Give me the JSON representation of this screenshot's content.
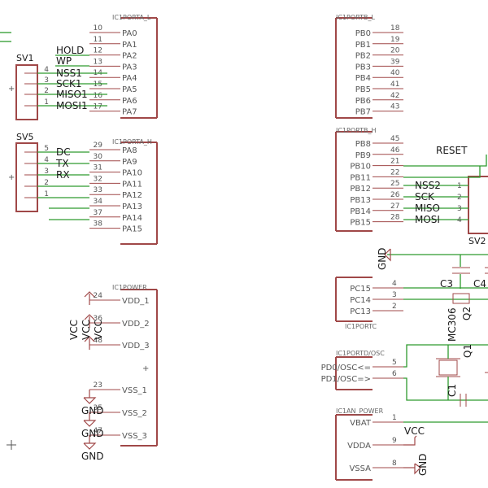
{
  "colors": {
    "symbol": "#a04848",
    "wire": "#2e9a2e",
    "text": "#1a1a1a",
    "pin_text": "#555555"
  },
  "ic_porta_l": {
    "name": "IC1PORTA_L",
    "pins": [
      {
        "num": "10",
        "name": "PA0"
      },
      {
        "num": "11",
        "name": "PA1"
      },
      {
        "num": "12",
        "name": "PA2"
      },
      {
        "num": "13",
        "name": "PA3"
      },
      {
        "num": "14",
        "name": "PA4"
      },
      {
        "num": "15",
        "name": "PA5"
      },
      {
        "num": "16",
        "name": "PA6"
      },
      {
        "num": "17",
        "name": "PA7"
      }
    ]
  },
  "ic_porta_h": {
    "name": "IC1PORTA_H",
    "pins": [
      {
        "num": "29",
        "name": "PA8"
      },
      {
        "num": "30",
        "name": "PA9"
      },
      {
        "num": "31",
        "name": "PA10"
      },
      {
        "num": "32",
        "name": "PA11"
      },
      {
        "num": "33",
        "name": "PA12"
      },
      {
        "num": "34",
        "name": "PA13"
      },
      {
        "num": "37",
        "name": "PA14"
      },
      {
        "num": "38",
        "name": "PA15"
      }
    ]
  },
  "ic_portb_l": {
    "name": "IC1PORTB_L",
    "pins": [
      {
        "num": "18",
        "name": "PB0"
      },
      {
        "num": "19",
        "name": "PB1"
      },
      {
        "num": "20",
        "name": "PB2"
      },
      {
        "num": "39",
        "name": "PB3"
      },
      {
        "num": "40",
        "name": "PB4"
      },
      {
        "num": "41",
        "name": "PB5"
      },
      {
        "num": "42",
        "name": "PB6"
      },
      {
        "num": "43",
        "name": "PB7"
      }
    ]
  },
  "ic_portb_h": {
    "name": "IC1PORTB_H",
    "pins": [
      {
        "num": "45",
        "name": "PB8"
      },
      {
        "num": "46",
        "name": "PB9"
      },
      {
        "num": "21",
        "name": "PB10"
      },
      {
        "num": "22",
        "name": "PB11"
      },
      {
        "num": "25",
        "name": "PB12"
      },
      {
        "num": "26",
        "name": "PB13"
      },
      {
        "num": "27",
        "name": "PB14"
      },
      {
        "num": "28",
        "name": "PB15"
      }
    ]
  },
  "ic_power": {
    "name": "IC1POWER",
    "pins": [
      {
        "num": "24",
        "name": "VDD_1"
      },
      {
        "num": "36",
        "name": "VDD_2"
      },
      {
        "num": "48",
        "name": "VDD_3"
      },
      {
        "num": "23",
        "name": "VSS_1"
      },
      {
        "num": "35",
        "name": "VSS_2"
      },
      {
        "num": "47",
        "name": "VSS_3"
      }
    ]
  },
  "ic_portc": {
    "name": "IC1PORTC",
    "pins": [
      {
        "num": "4",
        "name": "PC15"
      },
      {
        "num": "3",
        "name": "PC14"
      },
      {
        "num": "2",
        "name": "PC13"
      }
    ]
  },
  "ic_portd": {
    "name": "IC1PORTD/OSC",
    "pins": [
      {
        "num": "5",
        "name": "PD0/OSC<="
      },
      {
        "num": "6",
        "name": "PD1/OSC=>"
      }
    ]
  },
  "ic_an_power": {
    "name": "IC1AN_POWER",
    "pins": [
      {
        "num": "1",
        "name": "VBAT"
      },
      {
        "num": "9",
        "name": "VDDA"
      },
      {
        "num": "8",
        "name": "VSSA"
      }
    ]
  },
  "sv1": {
    "name": "SV1",
    "pins": [
      {
        "num": "4",
        "net": "NSS1"
      },
      {
        "num": "3",
        "net": "SCK1"
      },
      {
        "num": "2",
        "net": "MISO1"
      },
      {
        "num": "1",
        "net": "MOSI1"
      }
    ]
  },
  "sv5": {
    "name": "SV5",
    "pins": [
      {
        "num": "5",
        "net": "DC"
      },
      {
        "num": "4",
        "net": "TX"
      },
      {
        "num": "3",
        "net": "RX"
      },
      {
        "num": "2",
        "net": ""
      },
      {
        "num": "1",
        "net": ""
      }
    ]
  },
  "sv2": {
    "name": "SV2",
    "pins": [
      {
        "num": "1",
        "net": "NSS2"
      },
      {
        "num": "2",
        "net": "SCK"
      },
      {
        "num": "3",
        "net": "MISO"
      },
      {
        "num": "4",
        "net": "MOSI"
      }
    ]
  },
  "nets": {
    "hold": "HOLD",
    "wp": "WP",
    "reset": "RESET",
    "vcc": "VCC",
    "gnd": "GND"
  },
  "parts": {
    "c1": "C1",
    "c3": "C3",
    "c4": "C4",
    "q1": "Q1",
    "q2": "Q2",
    "q2_value": "MC306"
  }
}
